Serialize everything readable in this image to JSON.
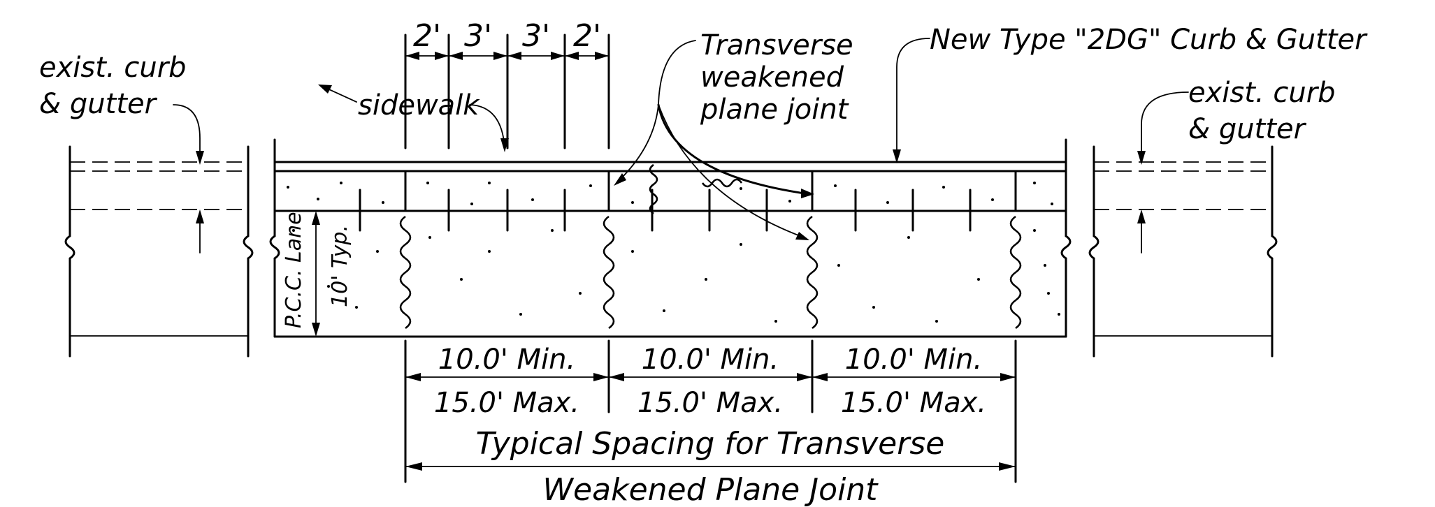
{
  "labels": {
    "exist_left_1": "exist. curb",
    "exist_left_2": "& gutter",
    "sidewalk": "sidewalk",
    "joint_1": "Transverse",
    "joint_2": "weakened",
    "joint_3": "plane joint",
    "new_curb": "New Type \"2DG\" Curb & Gutter",
    "exist_right_1": "exist. curb",
    "exist_right_2": "& gutter",
    "lane_1": "P.C.C. Lane",
    "lane_2": "10' Typ.",
    "spacing_1": "Typical Spacing for Transverse",
    "spacing_2": "Weakened Plane Joint"
  },
  "dimensions": {
    "sidewalk_widths": [
      "2'",
      "3'",
      "3'",
      "2'"
    ],
    "min_label": "10.0' Min.",
    "max_label": "15.0' Max."
  }
}
